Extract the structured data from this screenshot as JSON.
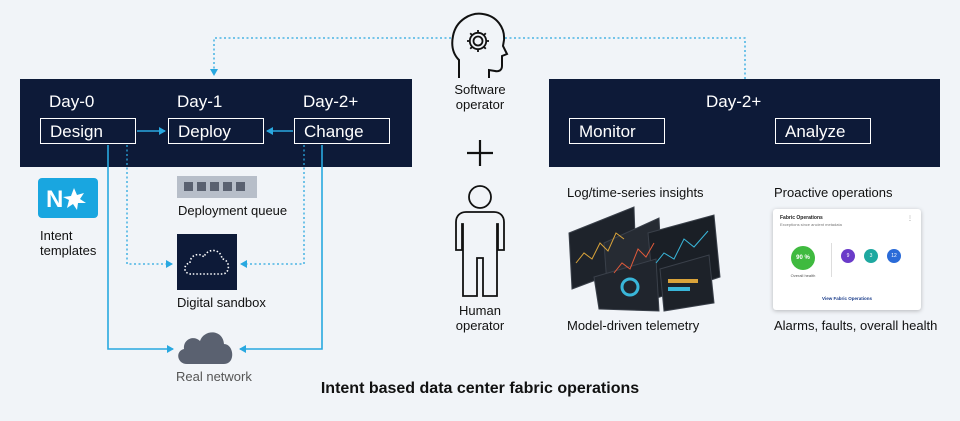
{
  "left_panel": {
    "days": [
      "Day-0",
      "Day-1",
      "Day-2+"
    ],
    "boxes": [
      "Design",
      "Deploy",
      "Change"
    ]
  },
  "right_panel": {
    "day": "Day-2+",
    "boxes": [
      "Monitor",
      "Analyze"
    ]
  },
  "software_operator": {
    "label_line1": "Software",
    "label_line2": "operator"
  },
  "human_operator": {
    "label_line1": "Human",
    "label_line2": "operator"
  },
  "intent_templates": {
    "line1": "Intent",
    "line2": "templates"
  },
  "deployment_queue": "Deployment queue",
  "digital_sandbox": "Digital sandbox",
  "real_network": "Real network",
  "telemetry": {
    "top_label": "Log/time-series insights",
    "bottom_label": "Model-driven telemetry"
  },
  "proactive": {
    "top_label": "Proactive operations",
    "bottom_label": "Alarms, faults, overall health",
    "card": {
      "title": "Fabric Operations",
      "subtitle": "Exceptions since ancient metadata",
      "overall_value": "90 %",
      "overall_label": "Overall health",
      "stats": [
        {
          "value": "9",
          "color": "#6a3bc9"
        },
        {
          "value": "3",
          "color": "#1ea8a0"
        },
        {
          "value": "12",
          "color": "#2a6bd8"
        }
      ],
      "link": "View Fabric Operations"
    }
  },
  "caption": "Intent based data center fabric operations",
  "colors": {
    "panel": "#0d1a38",
    "arrow": "#29a8e0",
    "background": "#f1f4f8"
  }
}
